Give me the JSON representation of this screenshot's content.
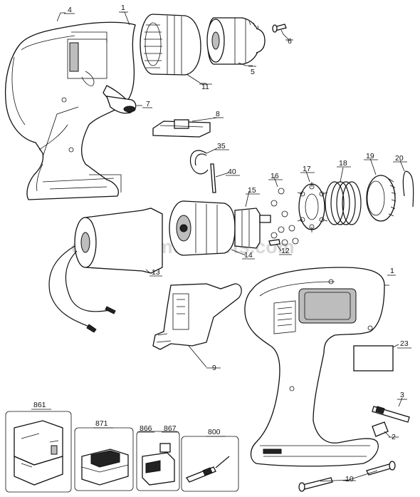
{
  "watermark": "eReplacementParts.com",
  "labels": {
    "p1_top": "1",
    "p4": "4",
    "p11": "11",
    "p5": "5",
    "p6": "6",
    "p7": "7",
    "p8": "8",
    "p35": "35",
    "p40": "40",
    "p16": "16",
    "p17": "17",
    "p18": "18",
    "p19": "19",
    "p20": "20",
    "p15": "15",
    "p12": "12",
    "p14": "14",
    "p13": "13",
    "p9": "9",
    "p1_right": "1",
    "p23": "23",
    "p3": "3",
    "p2": "2",
    "p10": "10",
    "p861": "861",
    "p871": "871",
    "p866": "866",
    "p867": "867",
    "p800": "800"
  }
}
